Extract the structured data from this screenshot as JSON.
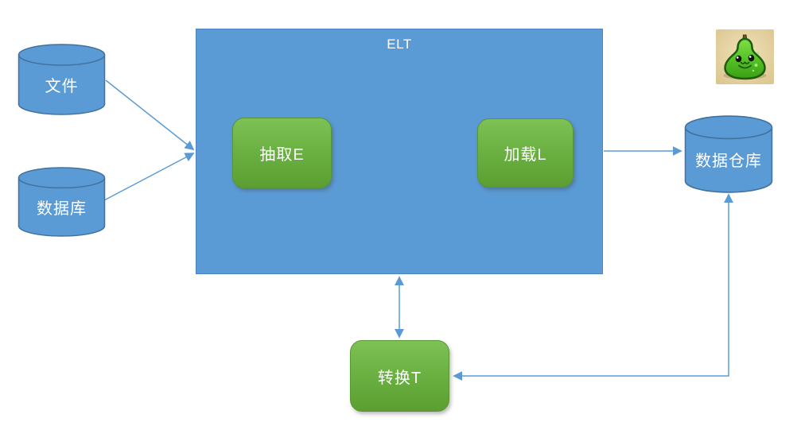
{
  "diagram": {
    "elt_box": {
      "title": "ELT",
      "steps": [
        {
          "id": "extract",
          "label": "抽取E"
        },
        {
          "id": "load",
          "label": "加载L"
        }
      ]
    },
    "sources": [
      {
        "id": "file",
        "label": "文件"
      },
      {
        "id": "database",
        "label": "数据库"
      }
    ],
    "warehouse": {
      "label": "数据仓库"
    },
    "transform": {
      "label": "转换T"
    },
    "connections": [
      {
        "from": "文件",
        "to": "ELT",
        "style": "arrow"
      },
      {
        "from": "数据库",
        "to": "ELT",
        "style": "arrow"
      },
      {
        "from": "加载L",
        "to": "数据仓库",
        "style": "arrow"
      },
      {
        "from": "ELT",
        "to": "转换T",
        "style": "double-arrow"
      },
      {
        "from": "数据仓库",
        "to": "转换T",
        "style": "double-arrow-elbow"
      }
    ],
    "colors": {
      "shape_fill": "#5B9BD5",
      "shape_border": "#41719C",
      "process_green_top": "#7EC155",
      "process_green_bottom": "#5C9E31",
      "connector": "#5B9BD5",
      "label_text": "#FFFFFF",
      "mascot_background": "#E3CF9C"
    },
    "logo": {
      "name": "pear-mascot-icon"
    }
  }
}
